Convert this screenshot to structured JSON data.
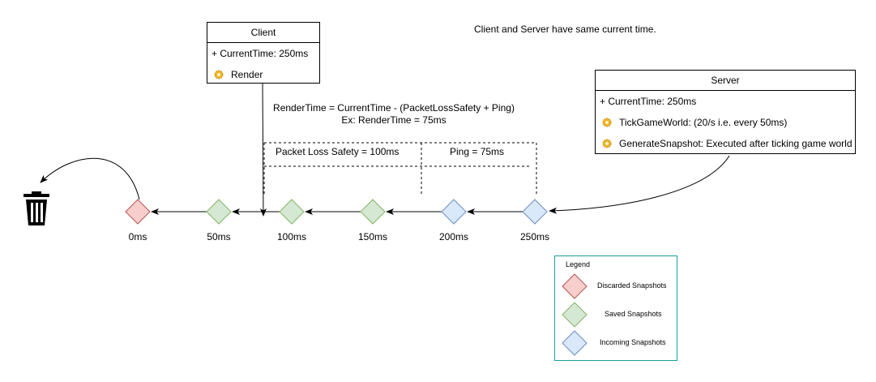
{
  "note": "Client and Server have same current time.",
  "client": {
    "title": "Client",
    "current_time": "+ CurrentTime: 250ms",
    "method": "Render"
  },
  "server": {
    "title": "Server",
    "current_time": "+ CurrentTime: 250ms",
    "method_tick": "TickGameWorld: (20/s i.e. every 50ms)",
    "method_snapshot": "GenerateSnapshot: Executed after ticking game world"
  },
  "formula": {
    "line1": "RenderTime = CurrentTime - (PacketLossSafety + Ping)",
    "line2": "Ex: RenderTime = 75ms"
  },
  "brackets": {
    "packet_loss": "Packet Loss Safety = 100ms",
    "ping": "Ping = 75ms"
  },
  "timeline": [
    {
      "label": "0ms",
      "type": "discarded"
    },
    {
      "label": "50ms",
      "type": "saved"
    },
    {
      "label": "100ms",
      "type": "saved"
    },
    {
      "label": "150ms",
      "type": "saved"
    },
    {
      "label": "200ms",
      "type": "incoming"
    },
    {
      "label": "250ms",
      "type": "incoming"
    }
  ],
  "legend": {
    "title": "Legend",
    "discarded": "Discarded Snapshots",
    "saved": "Saved Snapshots",
    "incoming": "Incoming Snapshots"
  },
  "colors": {
    "discarded_fill": "#f8cecc",
    "discarded_stroke": "#b85450",
    "saved_fill": "#d5e8d4",
    "saved_stroke": "#82b366",
    "incoming_fill": "#dae8fc",
    "incoming_stroke": "#6c8ebf",
    "legend_border": "#1a9e9e"
  },
  "icons": {
    "trash": "trash-can-icon",
    "method": "gear-icon"
  }
}
